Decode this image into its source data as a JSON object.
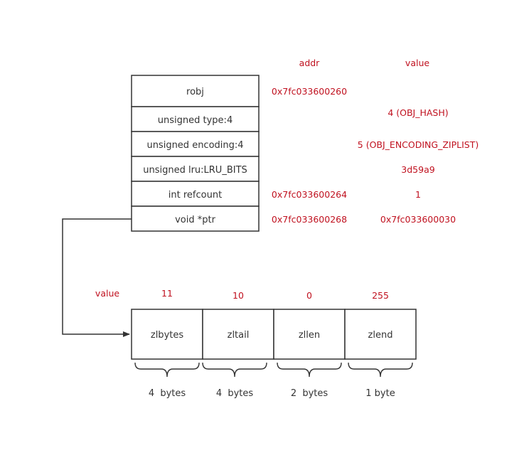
{
  "colors": {
    "annotation": "#c0111f",
    "text": "#333333",
    "stroke": "#333333",
    "background": "#ffffff"
  },
  "headers": {
    "addr": "addr",
    "value": "value"
  },
  "robj": {
    "rows": [
      {
        "label": "robj",
        "addr": "0x7fc033600260",
        "value": ""
      },
      {
        "label": "unsigned type:4",
        "addr": "",
        "value": "4 (OBJ_HASH)"
      },
      {
        "label": "unsigned encoding:4",
        "addr": "",
        "value": "5 (OBJ_ENCODING_ZIPLIST)"
      },
      {
        "label": "unsigned lru:LRU_BITS",
        "addr": "",
        "value": "3d59a9"
      },
      {
        "label": "int refcount",
        "addr": "0x7fc033600264",
        "value": "1"
      },
      {
        "label": "void *ptr",
        "addr": "0x7fc033600268",
        "value": "0x7fc033600030"
      }
    ]
  },
  "ziplist": {
    "value_label": "value",
    "cells": [
      {
        "label": "zlbytes",
        "value": "11",
        "size": "4  bytes"
      },
      {
        "label": "zltail",
        "value": "10",
        "size": "4  bytes"
      },
      {
        "label": "zllen",
        "value": "0",
        "size": "2  bytes"
      },
      {
        "label": "zlend",
        "value": "255",
        "size": "1 byte"
      }
    ]
  }
}
